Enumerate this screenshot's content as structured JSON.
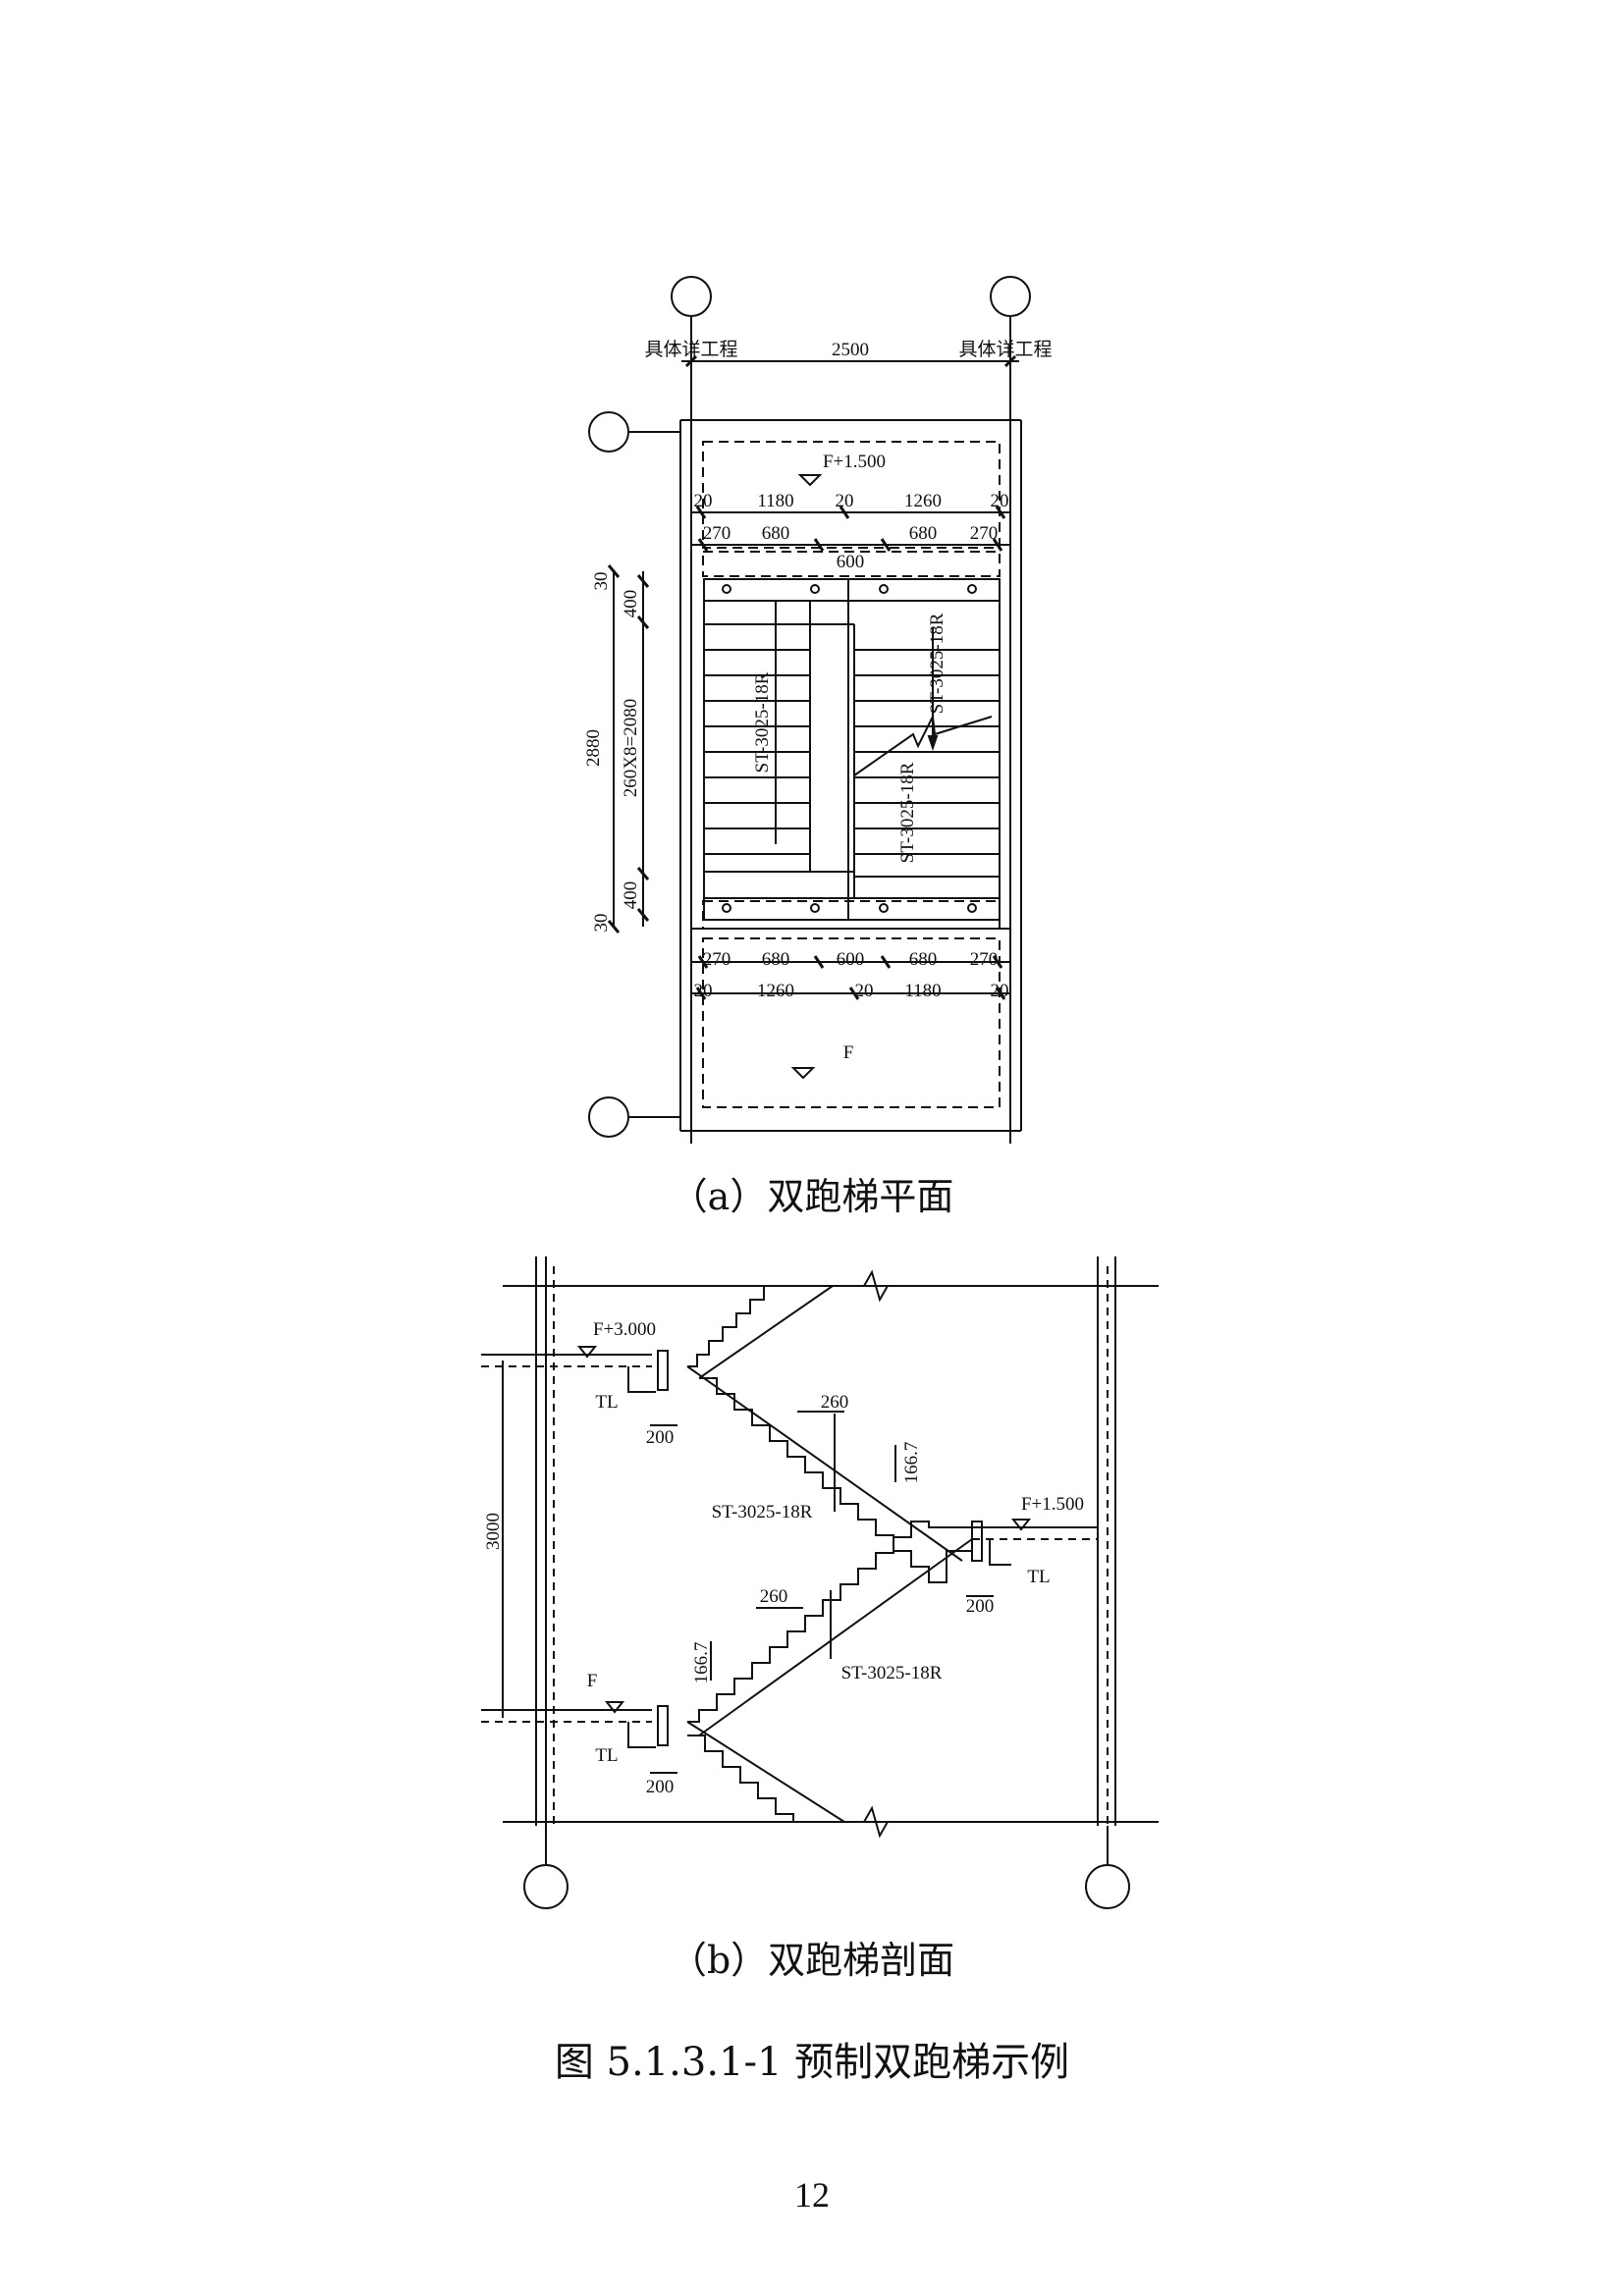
{
  "plan": {
    "caption": "（a）双跑梯平面",
    "dim_note_left": "具体详工程",
    "dim_note_right": "具体详工程",
    "dim_total_width": "2500",
    "level_upper": "F+1.500",
    "level_lower": "F",
    "row_top_1": [
      "20",
      "1180",
      "20",
      "1260",
      "20"
    ],
    "row_top_2": [
      "270",
      "680",
      "680",
      "270"
    ],
    "gap_top": "600",
    "row_bot_1": [
      "270",
      "680",
      "600",
      "680",
      "270"
    ],
    "row_bot_2": [
      "20",
      "1260",
      "20",
      "1180",
      "20"
    ],
    "left_dims": [
      "30",
      "400",
      "260X8=2080",
      "400",
      "30"
    ],
    "left_total": "2880",
    "flight_left_label": "ST-3025-18R",
    "flight_right_label_top": "ST-3025-18R",
    "flight_right_label_bottom": "ST-3025-18R"
  },
  "section": {
    "caption": "（b）双跑梯剖面",
    "level_top": "F+3.000",
    "level_mid": "F+1.500",
    "level_bottom": "F",
    "height_dim": "3000",
    "tl_label": "TL",
    "bearing_dim": "200",
    "tread": "260",
    "riser": "166.7",
    "flight_label": "ST-3025-18R"
  },
  "figure_caption": "图 5.1.3.1-1  预制双跑梯示例",
  "page_number": "12"
}
